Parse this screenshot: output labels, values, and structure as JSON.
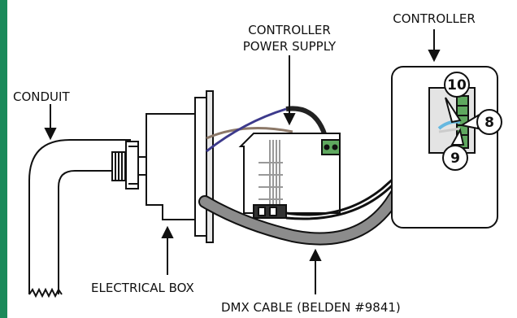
{
  "labels": {
    "conduit": "CONDUIT",
    "electrical_box": "ELECTRICAL BOX",
    "power_supply_line1": "CONTROLLER",
    "power_supply_line2": "POWER SUPPLY",
    "controller": "CONTROLLER",
    "dmx_cable": "DMX CABLE (BELDEN #9841)"
  },
  "terminals": {
    "t10": "10",
    "t8": "8",
    "t9": "9"
  },
  "colors": {
    "left_bar": "#1a8a5a",
    "cable_gray": "#8c8c8c",
    "wire_blue": "#3d3a8c",
    "wire_brown": "#8c7868",
    "wire_lightblue": "#66b8e0",
    "terminal_green": "#5fa85f",
    "outline": "#111111"
  }
}
